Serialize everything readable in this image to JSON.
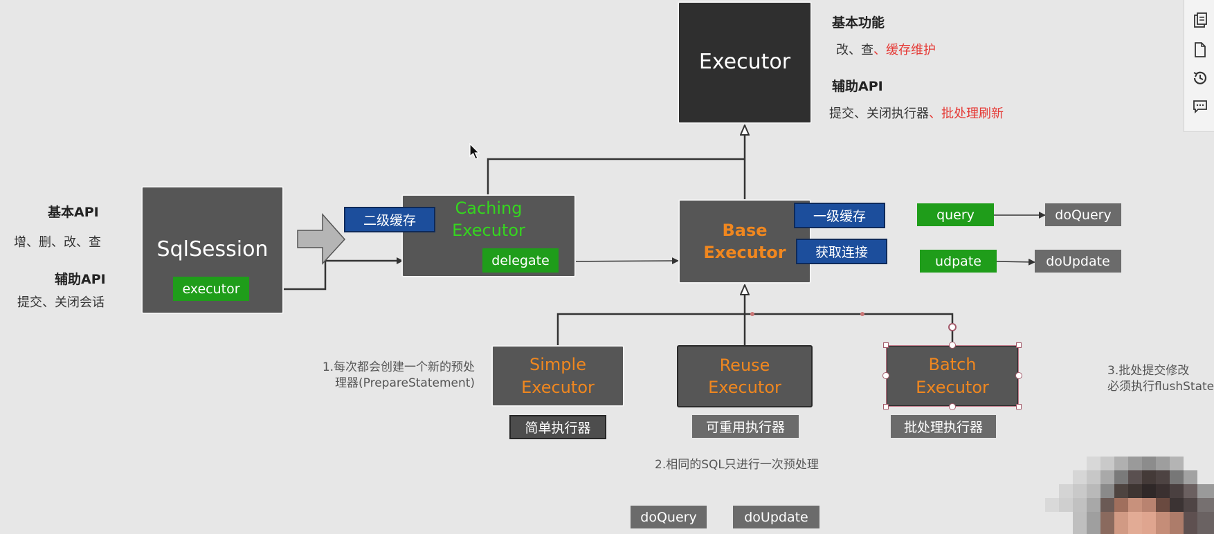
{
  "executor": {
    "title": "Executor"
  },
  "executor_info": {
    "basic_heading": "基本功能",
    "basic_text": "改、查",
    "basic_highlight": "、缓存维护",
    "aux_heading": "辅助API",
    "aux_text": "提交、关闭执行器",
    "aux_highlight": "、批处理刷新"
  },
  "sqlsession": {
    "title": "SqlSession",
    "executor_tag": "executor",
    "basic_heading": "基本API",
    "basic_text": "增、删、改、查",
    "aux_heading": "辅助API",
    "aux_text": "提交、关闭会话"
  },
  "caching_executor": {
    "line1": "Caching",
    "line2": "Executor",
    "delegate_tag": "delegate",
    "cache_tag": "二级缓存"
  },
  "base_executor": {
    "line1": "Base",
    "line2": "Executor",
    "cache_tag": "一级缓存",
    "connection_tag": "获取连接"
  },
  "methods": {
    "query": "query",
    "do_query": "doQuery",
    "update": "udpate",
    "do_update": "doUpdate"
  },
  "simple_executor": {
    "line1": "Simple",
    "line2": "Executor",
    "caption": "简单执行器"
  },
  "reuse_executor": {
    "line1": "Reuse",
    "line2": "Executor",
    "caption": "可重用执行器"
  },
  "batch_executor": {
    "line1": "Batch",
    "line2": "Executor",
    "caption": "批处理执行器"
  },
  "notes": {
    "simple_line1": "1.每次都会创建一个新的预处",
    "simple_line2": "理器(PrepareStatement)",
    "reuse": "2.相同的SQL只进行一次预处理",
    "batch_line1": "3.批处提交修改",
    "batch_line2": "必须执行flushState"
  },
  "bottom_tags": {
    "do_query": "doQuery",
    "do_update": "doUpdate"
  },
  "colors": {
    "background": "#e7e7e7",
    "box": "#565656",
    "executor_box": "#2f2f2f",
    "orange": "#f0871f",
    "green_tag": "#1f9d1a",
    "blue_tag": "#1c4e9c",
    "gray_tag": "#6b6b6b",
    "highlight_red": "#e53935"
  },
  "sidebar_icons": [
    "documents-icon",
    "file-icon",
    "history-icon",
    "comment-icon"
  ]
}
